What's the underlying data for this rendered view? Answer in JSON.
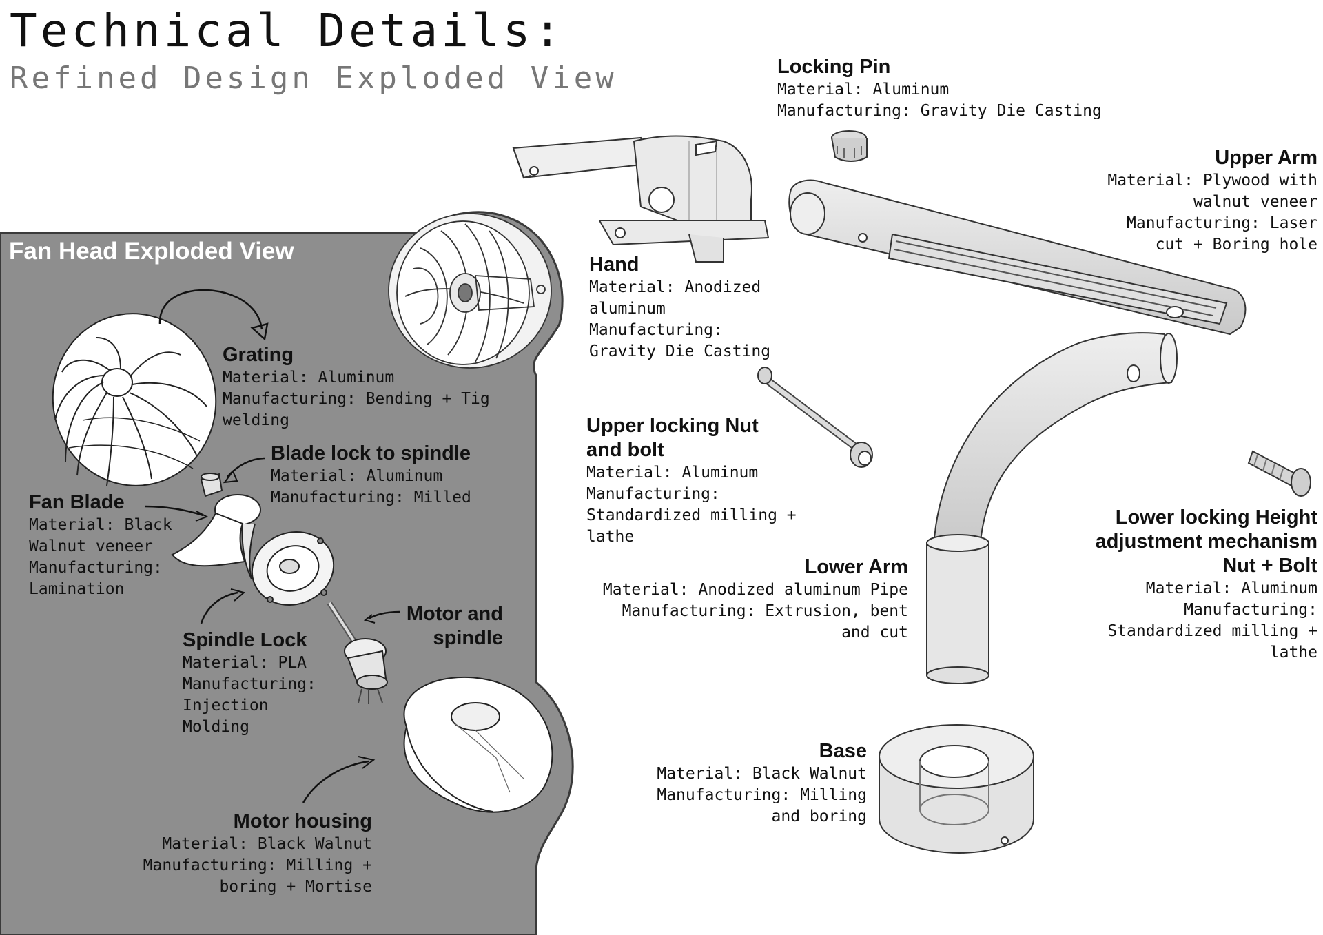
{
  "header": {
    "title": "Technical Details:",
    "subtitle": "Refined Design Exploded View"
  },
  "panel": {
    "title": "Fan Head Exploded View"
  },
  "colors": {
    "panel_fill": "#8e8e8e",
    "panel_border": "#3a3a3a",
    "part_fill": "#e6e6e6",
    "line": "#444444"
  },
  "labels": {
    "grating": {
      "heading": "Grating",
      "lines": [
        "Material: Aluminum",
        "Manufacturing: Bending + Tig",
        "welding"
      ]
    },
    "blade_lock": {
      "heading": "Blade lock to spindle",
      "lines": [
        "Material: Aluminum",
        "Manufacturing: Milled"
      ]
    },
    "fan_blade": {
      "heading": "Fan Blade",
      "lines": [
        "Material: Black",
        "Walnut veneer",
        "Manufacturing:",
        "Lamination"
      ]
    },
    "spindle_lock": {
      "heading": "Spindle Lock",
      "lines": [
        "Material: PLA",
        "Manufacturing:",
        "Injection",
        "Molding"
      ]
    },
    "motor_spindle": {
      "heading_lines": [
        "Motor and",
        "spindle"
      ]
    },
    "motor_housing": {
      "heading": "Motor housing",
      "lines": [
        "Material: Black Walnut",
        "Manufacturing: Milling +",
        "boring + Mortise"
      ]
    },
    "locking_pin": {
      "heading": "Locking Pin",
      "lines": [
        "Material: Aluminum",
        "Manufacturing: Gravity Die Casting"
      ]
    },
    "upper_arm": {
      "heading": "Upper Arm",
      "lines": [
        "Material: Plywood with",
        "walnut veneer",
        "Manufacturing: Laser",
        "cut + Boring hole"
      ]
    },
    "hand": {
      "heading": "Hand",
      "lines": [
        "Material: Anodized",
        "aluminum",
        "Manufacturing:",
        "Gravity Die Casting"
      ]
    },
    "upper_nut": {
      "heading_lines": [
        "Upper locking Nut",
        "and bolt"
      ],
      "lines": [
        "Material: Aluminum",
        "Manufacturing:",
        "Standardized milling +",
        "lathe"
      ]
    },
    "lower_arm": {
      "heading": "Lower Arm",
      "lines": [
        "Material: Anodized aluminum Pipe",
        "Manufacturing: Extrusion, bent",
        "and cut"
      ]
    },
    "lower_locking": {
      "heading_lines": [
        "Lower locking Height",
        "adjustment mechanism",
        "Nut + Bolt"
      ],
      "lines": [
        "Material: Aluminum",
        "Manufacturing:",
        "Standardized milling +",
        "lathe"
      ]
    },
    "base": {
      "heading": "Base",
      "lines": [
        "Material: Black Walnut",
        "Manufacturing: Milling",
        "and boring"
      ]
    }
  }
}
